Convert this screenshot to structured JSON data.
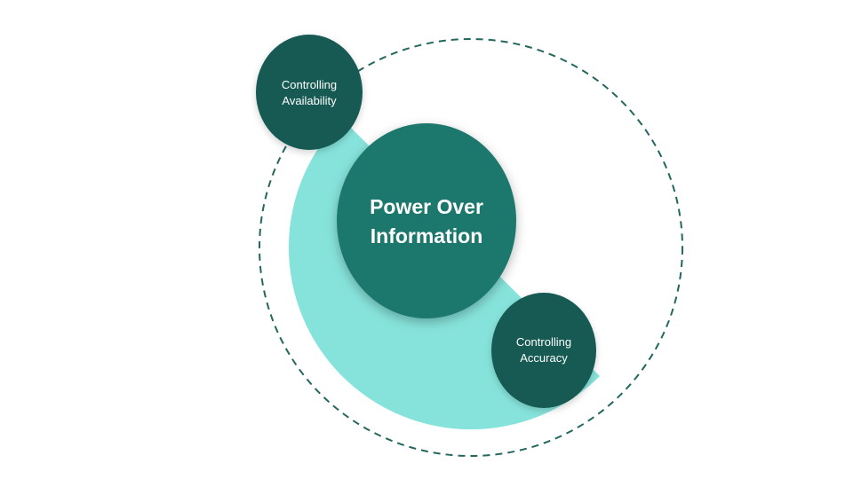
{
  "colors": {
    "background": "#ffffff",
    "teal_arc": "#86e3db",
    "center_circle": "#1d786c",
    "small_circles": "#145a52",
    "dashed_ring": "#23675e",
    "label_text": "#ffffff"
  },
  "center": {
    "label": "Power Over\nInformation"
  },
  "nodes": [
    {
      "label": "Controlling\nAvailability"
    },
    {
      "label": "Controlling\nAccuracy"
    }
  ]
}
